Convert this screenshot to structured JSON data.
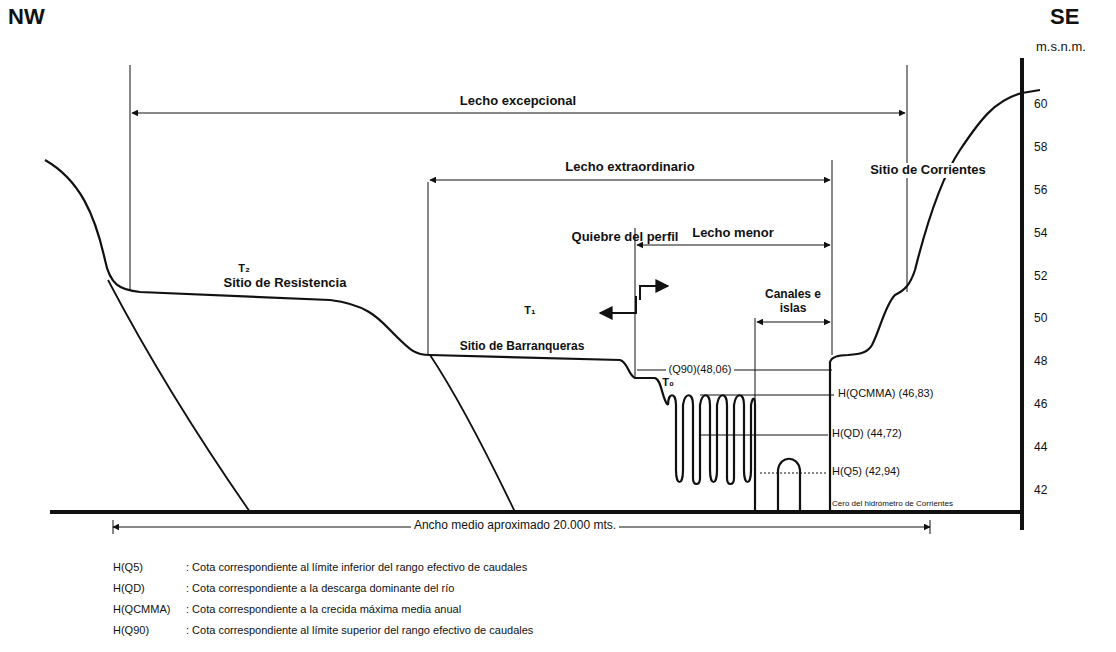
{
  "diagram": {
    "labels": [
      "NW",
      "SE",
      "m.s.n.m.",
      "60",
      "58",
      "56",
      "54",
      "52",
      "50",
      "48",
      "46",
      "44",
      "42",
      "Lecho excepcional",
      "Lecho extraordinario",
      "Lecho menor",
      "Canales e islas",
      "Sitio de Corrientes",
      "T₂",
      "Sitio de Resistencia",
      "T₁",
      "Quiebre del perfil",
      "Sitio de Barranqueras",
      "T₀",
      "(Q90)(48,06)",
      "H(QCMMA) (46,83)",
      "H(QD) (44,72)",
      "H(Q5) (42,94)",
      "Cero del hidrómetro de Corrientes",
      "Ancho medio aproximado 20.000 mts.",
      "H(Q5)",
      ": Cota correspondiente al límite inferior del rango efectivo de caudales",
      "H(QD)",
      ": Cota correspondiente a la descarga dominante del río",
      "H(QCMMA)",
      ": Cota correspondiente a la crecida máxima media anual",
      "H(Q90)",
      ": Cota correspondiente al límite superior del rango efectivo de caudales"
    ]
  }
}
